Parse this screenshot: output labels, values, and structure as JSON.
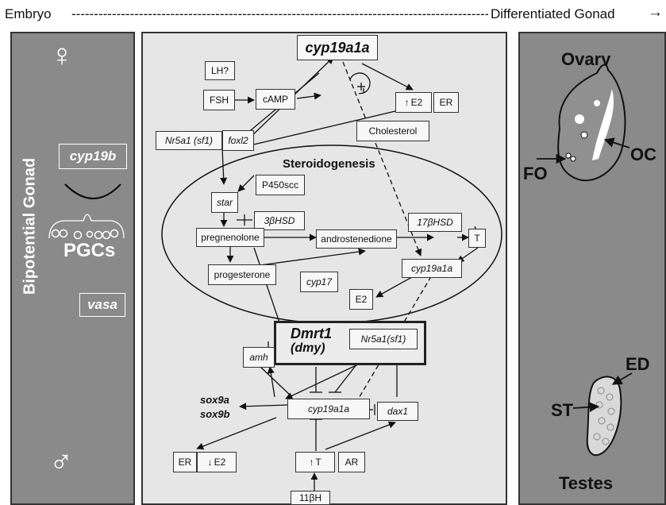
{
  "header": {
    "left": "Embryo",
    "right": "Differentiated Gonad"
  },
  "left_panel": {
    "female_symbol": "♀",
    "male_symbol": "♂",
    "vertical_label": "Bipotential Gonad",
    "cyp19b": "cyp19b",
    "pgcs": "PGCs",
    "vasa": "vasa"
  },
  "center": {
    "cyp19a1a_top": "cyp19a1a",
    "lh": "LH?",
    "fsh": "FSH",
    "camp": "cAMP",
    "up_e2_top": "E2",
    "er_top": "ER",
    "nr5a1_top": "Nr5a1 (sf1)",
    "foxl2": "foxl2",
    "cholesterol": "Cholesterol",
    "steroidogenesis": "Steroidogenesis",
    "p450scc": "P450scc",
    "star": "star",
    "hsd3b": "3βHSD",
    "hsd17b": "17βHSD",
    "pregnenolone": "pregnenolone",
    "androstenedione": "androstenedione",
    "t_inner": "T",
    "progesterone": "progesterone",
    "cyp17": "cyp17",
    "cyp19a1a_inner": "cyp19a1a",
    "e2_inner": "E2",
    "dmrt1": "Dmrt1",
    "dmy": "(dmy)",
    "nr5a1_inner": "Nr5a1(sf1)",
    "amh": "amh",
    "sox9a": "sox9a",
    "sox9b": "sox9b",
    "cyp19a1a_bottom": "cyp19a1a",
    "dax1": "dax1",
    "er_bottom": "ER",
    "down_e2": "E2",
    "up_t": "T",
    "ar": "AR",
    "hsd11b": "11βH"
  },
  "right_panel": {
    "ovary": "Ovary",
    "oc": "OC",
    "fo": "FO",
    "ed": "ED",
    "st": "ST",
    "testes": "Testes"
  },
  "colors": {
    "side_panel": "#8a8a8a",
    "center_panel": "#e6e6e6",
    "line": "#111111"
  }
}
